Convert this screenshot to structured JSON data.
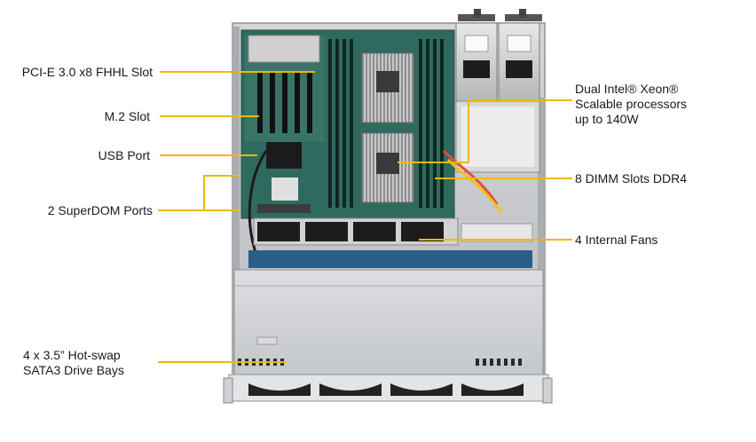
{
  "callouts": {
    "pcie": "PCI-E 3.0 x8 FHHL Slot",
    "m2": "M.2 Slot",
    "usb": "USB Port",
    "superdom": "2 SuperDOM Ports",
    "drive_bays_line1": "4 x 3.5” Hot-swap",
    "drive_bays_line2": "SATA3 Drive Bays",
    "cpu_line1": "Dual Intel® Xeon®",
    "cpu_line2": "Scalable processors",
    "cpu_line3": "up to 140W",
    "dimm": "8 DIMM Slots DDR4",
    "fans": "4 Internal Fans"
  },
  "colors": {
    "callout": "#f2b705",
    "chassis": "#c9ccd0",
    "board": "#2f6a5e",
    "heatsink": "#b9b9b9",
    "fan": "#1c1c1c"
  }
}
